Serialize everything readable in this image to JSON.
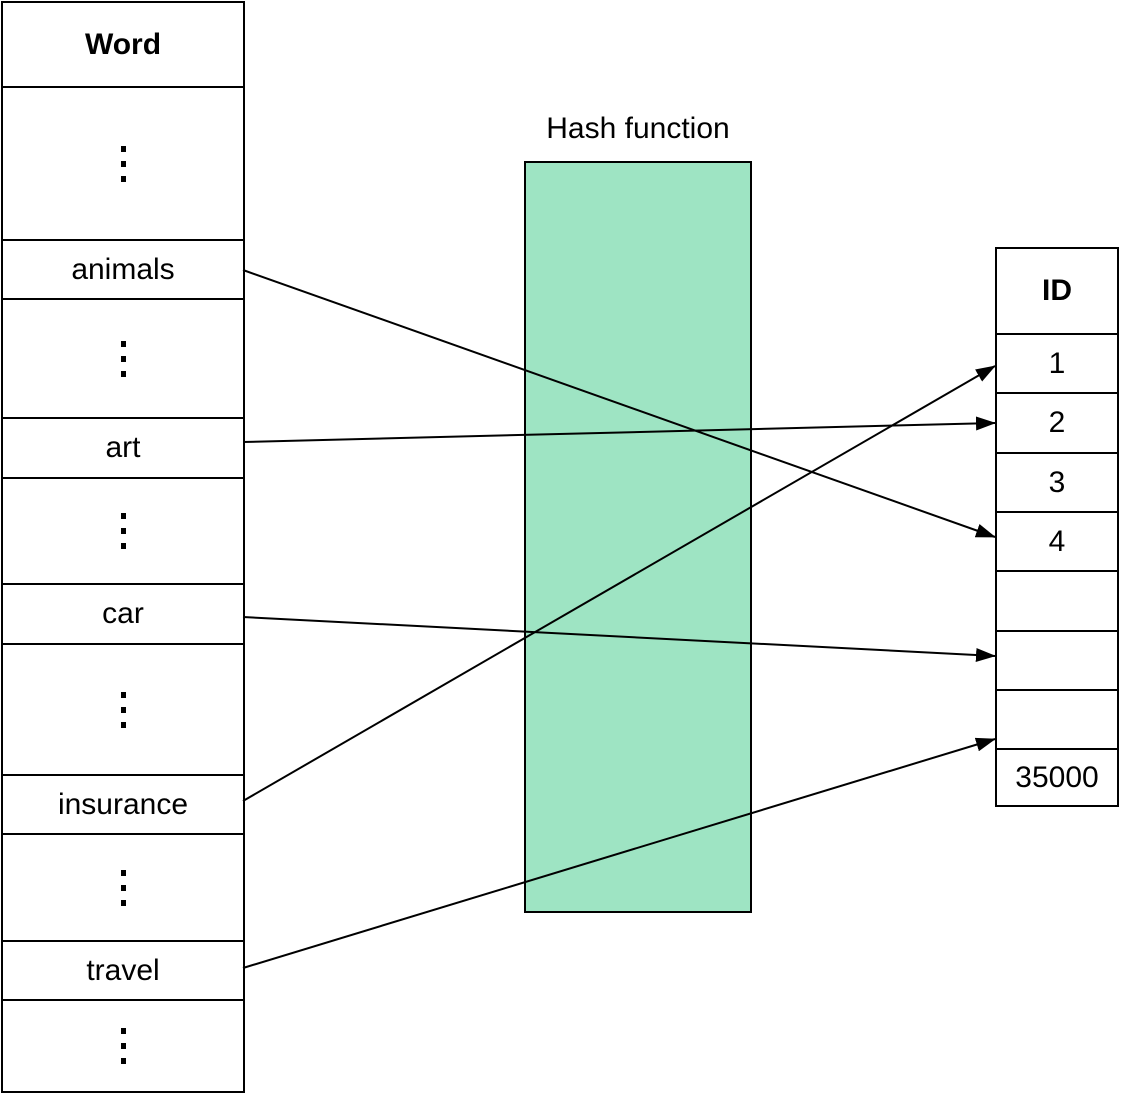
{
  "word_table": {
    "header": "Word",
    "rows": [
      {
        "type": "ellipsis"
      },
      {
        "type": "word",
        "label": "animals"
      },
      {
        "type": "ellipsis"
      },
      {
        "type": "word",
        "label": "art"
      },
      {
        "type": "ellipsis"
      },
      {
        "type": "word",
        "label": "car"
      },
      {
        "type": "ellipsis"
      },
      {
        "type": "word",
        "label": "insurance"
      },
      {
        "type": "ellipsis"
      },
      {
        "type": "word",
        "label": "travel"
      },
      {
        "type": "ellipsis"
      }
    ]
  },
  "hash": {
    "label": "Hash function",
    "color": "#9ee4c3"
  },
  "id_table": {
    "header": "ID",
    "rows": [
      "1",
      "2",
      "3",
      "4",
      "",
      "",
      "",
      "35000"
    ]
  },
  "mappings": [
    {
      "word": "animals",
      "id_row": 3
    },
    {
      "word": "art",
      "id_row": 1
    },
    {
      "word": "car",
      "id_row": 5
    },
    {
      "word": "insurance",
      "id_row": 0
    },
    {
      "word": "travel",
      "id_row": 6
    }
  ]
}
